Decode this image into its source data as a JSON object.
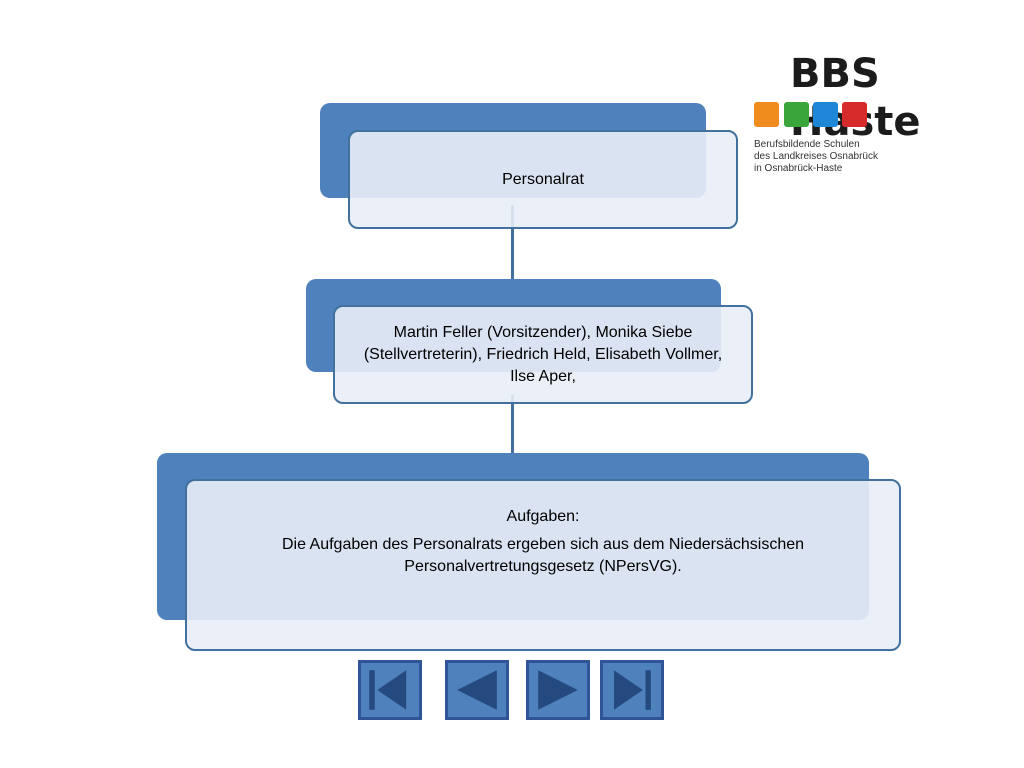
{
  "logo": {
    "title": "BBS Haste",
    "subtitle_lines": [
      "Berufsbildende Schulen",
      "des Landkreises Osnabrück",
      "in Osnabrück-Haste"
    ],
    "colors": [
      "#f08c1e",
      "#3aa53a",
      "#1e88d6",
      "#d62b2b"
    ]
  },
  "diagram": {
    "level1": {
      "text": "Personalrat"
    },
    "level2": {
      "text": "Martin Feller (Vorsitzender),  Monika Siebe (Stellvertreterin), Friedrich Held, Elisabeth Vollmer, Ilse Aper,"
    },
    "level3": {
      "heading": "Aufgaben:",
      "text": "Die Aufgaben des Personalrats ergeben sich aus dem Niedersächsischen Personalvertretungsgesetz (NPersVG)."
    }
  },
  "colors": {
    "shape_fill": "#4f81bd",
    "shape_border": "#41719c",
    "front_fill": "#e8edf7"
  },
  "navigation": {
    "buttons": [
      "first-icon",
      "previous-icon",
      "next-icon",
      "last-icon"
    ]
  }
}
